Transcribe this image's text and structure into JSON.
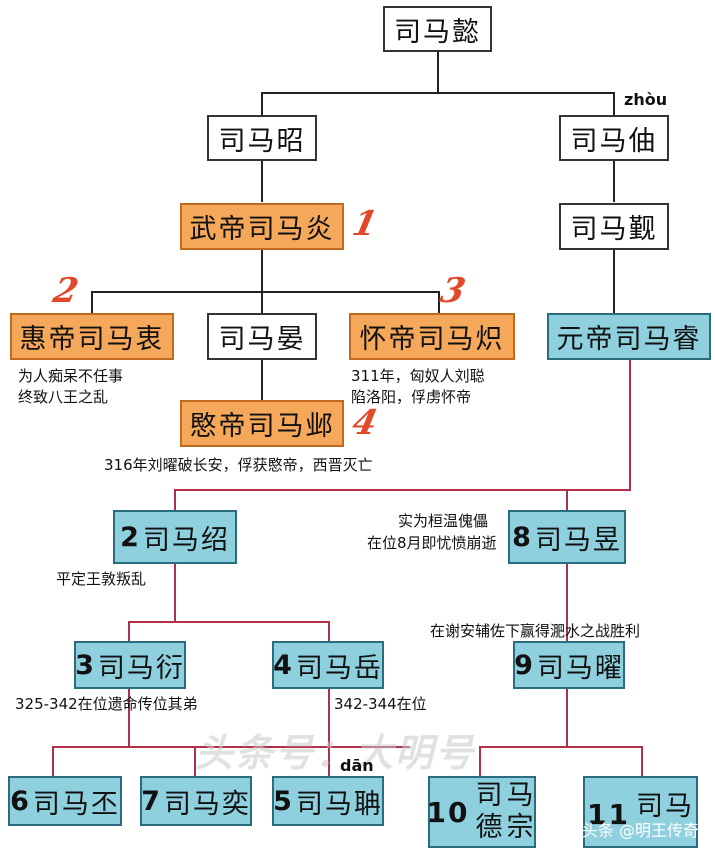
{
  "nodes": {
    "sima_yi": "司马懿",
    "sima_zhao": "司马昭",
    "sima_zhou": "司马伷",
    "wu_di": "武帝司马炎",
    "sima_jin": "司马觐",
    "hui_di": "惠帝司马衷",
    "sima_yan2": "司马晏",
    "huai_di": "怀帝司马炽",
    "yuan_di": "元帝司马睿",
    "min_di": "愍帝司马邺",
    "n2": {
      "num": "2",
      "name": "司马绍"
    },
    "n8": {
      "num": "8",
      "name": "司马昱"
    },
    "n3": {
      "num": "3",
      "name": "司马衍"
    },
    "n4": {
      "num": "4",
      "name": "司马岳"
    },
    "n9": {
      "num": "9",
      "name": "司马曜"
    },
    "n6": {
      "num": "6",
      "name": "司马丕"
    },
    "n7": {
      "num": "7",
      "name": "司马奕"
    },
    "n5": {
      "num": "5",
      "name": "司马聃"
    },
    "n10": {
      "num": "10",
      "name_top": "司马",
      "name_bottom": "德宗"
    },
    "n11": {
      "num": "11",
      "name_top": "司马"
    }
  },
  "pinyin": {
    "zhou": "zhòu",
    "dan": "dān"
  },
  "badges": [
    "1",
    "2",
    "3",
    "4"
  ],
  "notes": {
    "hui_line1": "为人痴呆不任事",
    "hui_line2": "终致八王之乱",
    "huai_line1": "311年，匈奴人刘聪",
    "huai_line2": "陷洛阳，俘虏怀帝",
    "min": "316年刘曜破长安，俘获愍帝，西晋灭亡",
    "n8_line1": "实为桓温傀儡",
    "n8_line2": "在位8月即忧愤崩逝",
    "n2": "平定王敦叛乱",
    "n9": "在谢安辅佐下赢得淝水之战胜利",
    "n3": "325-342在位遗命传位其弟",
    "n4": "342-344在位"
  },
  "watermark": {
    "center": "头条号：大明号",
    "corner": "头条 @明王传奇"
  },
  "colors": {
    "orange_box": "#f6a85a",
    "blue_box": "#8fd0de",
    "red_line": "#b0304a",
    "badge": "#e2492a"
  }
}
